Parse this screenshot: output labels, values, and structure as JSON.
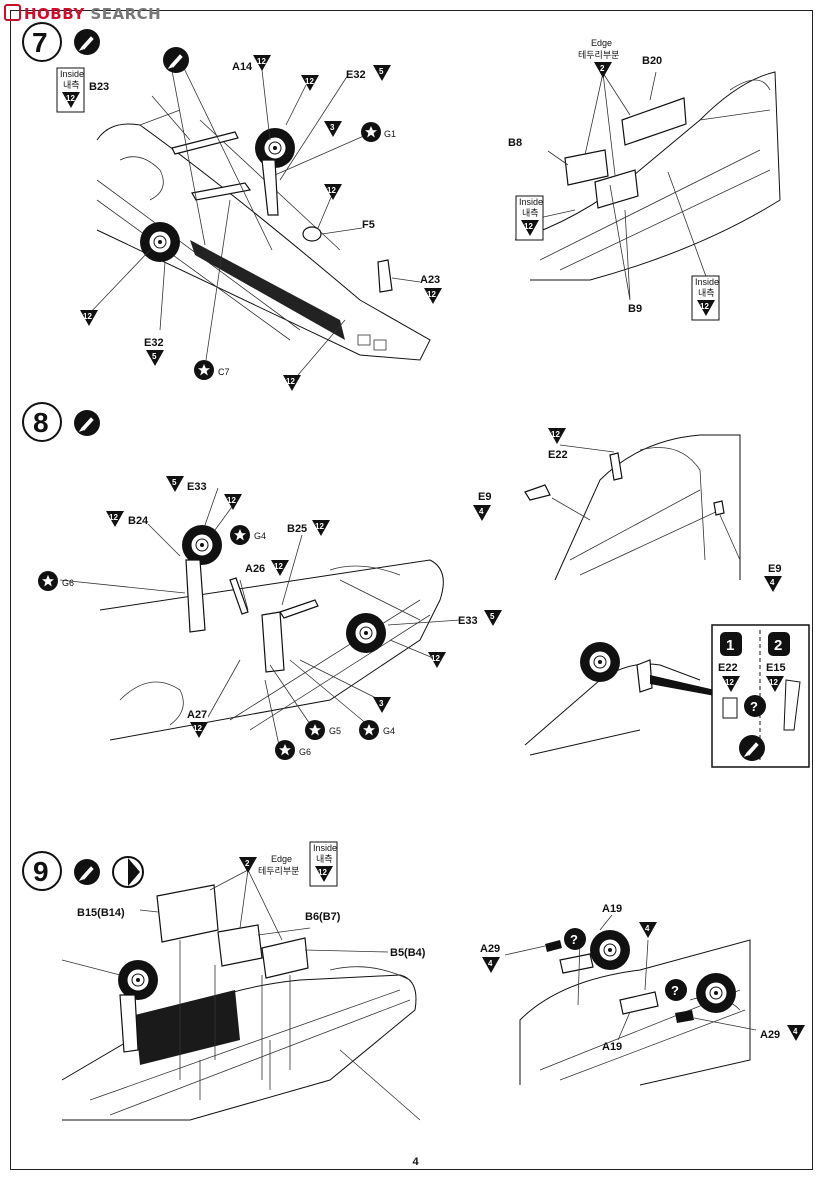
{
  "watermark": {
    "brand": "HOBBY",
    "suffix": " SEARCH"
  },
  "page_number": "4",
  "steps": [
    {
      "number": "7"
    },
    {
      "number": "8"
    },
    {
      "number": "9"
    }
  ],
  "labels": {
    "inside": "Inside",
    "inside_kr": "내측",
    "edge": "Edge",
    "edge_kr": "테두리부분",
    "B23": "B23",
    "A14": "A14",
    "E32": "E32",
    "G1": "G1",
    "F5": "F5",
    "A23": "A23",
    "C7": "C7",
    "B20": "B20",
    "B8": "B8",
    "B9": "B9",
    "E33": "E33",
    "B24": "B24",
    "G4": "G4",
    "B25": "B25",
    "G6": "G6",
    "A26": "A26",
    "A27": "A27",
    "G5": "G5",
    "E22": "E22",
    "E9": "E9",
    "E15": "E15",
    "B15": "B15(B14)",
    "B6": "B6(B7)",
    "B5": "B5(B4)",
    "A19": "A19",
    "A29": "A29"
  },
  "color_codes": {
    "c12": "12",
    "c5": "5",
    "c3": "3",
    "c2": "2",
    "c4": "4"
  },
  "options": {
    "opt1": "1",
    "opt2": "2",
    "question": "?"
  }
}
